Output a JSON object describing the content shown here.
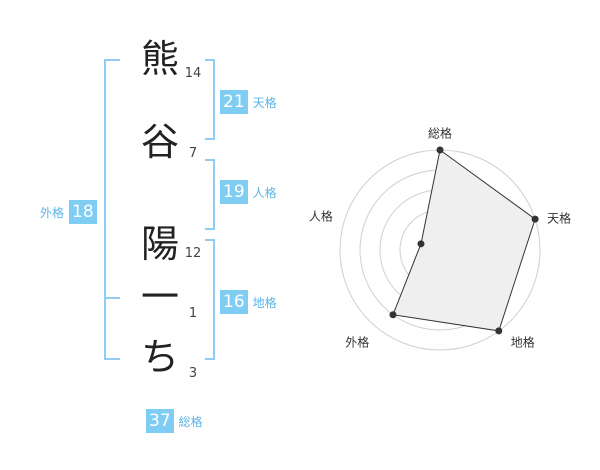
{
  "name": {
    "characters": [
      {
        "char": "熊",
        "strokes": "14"
      },
      {
        "char": "谷",
        "strokes": "7"
      },
      {
        "char": "陽",
        "strokes": "12"
      },
      {
        "char": "一",
        "strokes": "1"
      },
      {
        "char": "ち",
        "strokes": "3"
      }
    ]
  },
  "fortunes": {
    "tenkaku": {
      "label": "天格",
      "value": "21"
    },
    "jinkaku": {
      "label": "人格",
      "value": "19"
    },
    "chikaku": {
      "label": "地格",
      "value": "16"
    },
    "gaikaku": {
      "label": "外格",
      "value": "18"
    },
    "soukaku": {
      "label": "総格",
      "value": "37"
    }
  },
  "colors": {
    "accent": "#80cdf4",
    "bracket": "#8fcdf2",
    "label": "#5ab4e8"
  },
  "chart_data": {
    "type": "radar",
    "axes": [
      "総格",
      "天格",
      "地格",
      "外格",
      "人格"
    ],
    "values": [
      5,
      5,
      5,
      4,
      1
    ],
    "range": [
      0,
      5
    ],
    "grid": true
  }
}
